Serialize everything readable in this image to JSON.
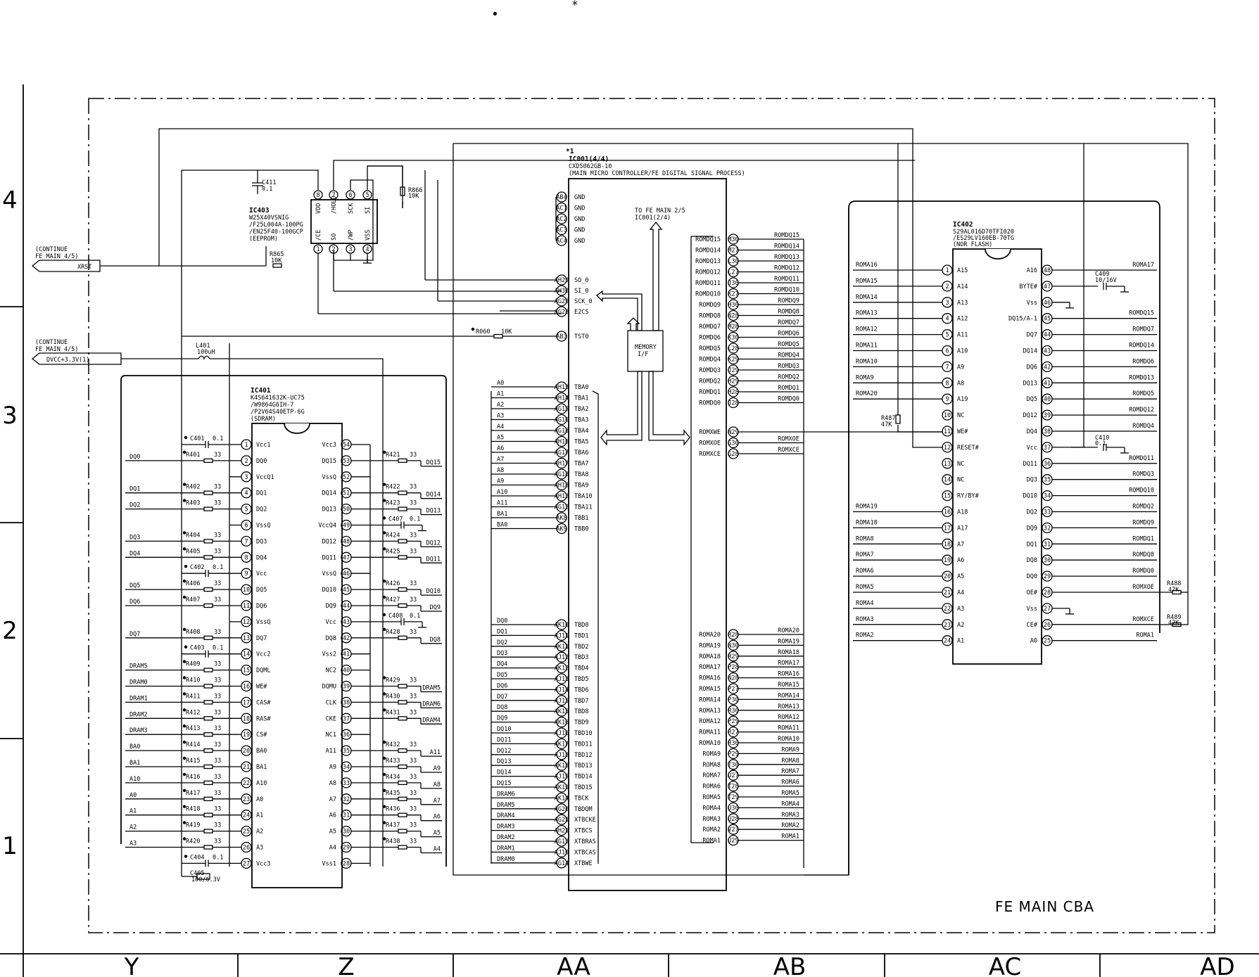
{
  "sheet": {
    "title": "FE MAIN CBA",
    "cols": [
      "Y",
      "Z",
      "AA",
      "AB",
      "AC",
      "AD"
    ],
    "rows": [
      "4",
      "3",
      "2",
      "1"
    ],
    "top_marks": [
      "•",
      "*"
    ]
  },
  "connectors": [
    {
      "line1": "(CONTINUE",
      "line2": "FE MAIN 4/5)",
      "signal": "XRST"
    },
    {
      "line1": "(CONTINUE",
      "line2": "FE MAIN 4/5)",
      "signal": "DVCC+3.3V(1)"
    }
  ],
  "parts": {
    "l401": {
      "ref": "L401",
      "val": "100uH"
    },
    "c411": {
      "ref": "C411",
      "val": "0.1"
    },
    "r865": {
      "ref": "R865",
      "val": "10K"
    },
    "r866": {
      "ref": "R866",
      "val": "10K"
    },
    "r060": {
      "ref": "R060",
      "val": "10K"
    },
    "r487": {
      "ref": "R487",
      "val": "47K"
    },
    "r488": {
      "ref": "R488",
      "val": "47K"
    },
    "r489": {
      "ref": "R489",
      "val": "47K"
    },
    "c409": {
      "ref": "C409",
      "val": "10/16V"
    },
    "c410": {
      "ref": "C410",
      "val": "0.1"
    },
    "c405": {
      "ref": "C405",
      "val": "100/6.3V"
    }
  },
  "ic403": {
    "ref": "IC403",
    "part": [
      "W25X40VSNIG",
      "/F25L004A-100PG",
      "/EN25F40-100GCP",
      "(EEPROM)"
    ],
    "top_pins": [
      {
        "n": "8",
        "name": "VDD"
      },
      {
        "n": "7",
        "name": "/HOLD"
      },
      {
        "n": "6",
        "name": "SCK"
      },
      {
        "n": "5",
        "name": "SI"
      }
    ],
    "bot_pins": [
      {
        "n": "1",
        "name": "/CE"
      },
      {
        "n": "2",
        "name": "SO"
      },
      {
        "n": "3",
        "name": "/WP"
      },
      {
        "n": "4",
        "name": "VSS"
      }
    ]
  },
  "ic001": {
    "mark": "*1",
    "ref": "IC001(4/4)",
    "part": "CXD5062GB-10",
    "desc": "(MAIN MICRO CONTROLLER/FE DIGITAL SIGNAL PROCESS)",
    "to_label": [
      "TO FE MAIN 2/5",
      "IC001(2/4)"
    ],
    "mem_if": [
      "MEMORY",
      "I/F"
    ],
    "gnd_pins": [
      {
        "b": "AB4",
        "n": "GND"
      },
      {
        "b": "AC1",
        "n": "GND"
      },
      {
        "b": "AC2",
        "n": "GND"
      },
      {
        "b": "AC3",
        "n": "GND"
      },
      {
        "b": "AC4",
        "n": "GND"
      }
    ],
    "ser_pins": [
      {
        "b": "AH29",
        "n": "SO_0"
      },
      {
        "b": "AH30",
        "n": "SI_0"
      },
      {
        "b": "AG29",
        "n": "SCK_0"
      },
      {
        "b": "AG28",
        "n": "E2CS"
      }
    ],
    "tst_pin": {
      "b": "AB3",
      "n": "TST0"
    },
    "tba_pins": [
      {
        "b": "AH13",
        "n": "TBA0",
        "s": "A0"
      },
      {
        "b": "AH14",
        "n": "TBA1",
        "s": "A1"
      },
      {
        "b": "AG15",
        "n": "TBA2",
        "s": "A2"
      },
      {
        "b": "AG16",
        "n": "TBA3",
        "s": "A3"
      },
      {
        "b": "AG18",
        "n": "TBA4",
        "s": "A4"
      },
      {
        "b": "AH16",
        "n": "TBA5",
        "s": "A5"
      },
      {
        "b": "AG17",
        "n": "TBA6",
        "s": "A6"
      },
      {
        "b": "AH17",
        "n": "TBA7",
        "s": "A7"
      },
      {
        "b": "AG18",
        "n": "TBA8",
        "s": "A8"
      },
      {
        "b": "AH18",
        "n": "TBA9",
        "s": "A9"
      },
      {
        "b": "AH12",
        "n": "TBA10",
        "s": "A10"
      },
      {
        "b": "AG12",
        "n": "TBA11",
        "s": "A11"
      },
      {
        "b": "AK8",
        "n": "TBB1",
        "s": "BA1"
      },
      {
        "b": "AK9",
        "n": "TBB0",
        "s": "BA0"
      }
    ],
    "tbd_pins": [
      {
        "b": "AK10",
        "n": "TBD0",
        "s": "DQ0"
      },
      {
        "b": "AJ11",
        "n": "TBD1",
        "s": "DQ1"
      },
      {
        "b": "AK11",
        "n": "TBD2",
        "s": "DQ2"
      },
      {
        "b": "AJ12",
        "n": "TBD3",
        "s": "DQ3"
      },
      {
        "b": "AK12",
        "n": "TBD4",
        "s": "DQ4"
      },
      {
        "b": "AJ13",
        "n": "TBD5",
        "s": "DQ5"
      },
      {
        "b": "AJ14",
        "n": "TBD6",
        "s": "DQ6"
      },
      {
        "b": "AJ15",
        "n": "TBD7",
        "s": "DQ7"
      },
      {
        "b": "AK15",
        "n": "TBD8",
        "s": "DQ8"
      },
      {
        "b": "AK16",
        "n": "TBD9",
        "s": "DQ9"
      },
      {
        "b": "AJ16",
        "n": "TBD10",
        "s": "DQ10"
      },
      {
        "b": "AK17",
        "n": "TBD11",
        "s": "DQ11"
      },
      {
        "b": "AJ18",
        "n": "TBD12",
        "s": "DQ12"
      },
      {
        "b": "AK18",
        "n": "TBD13",
        "s": "DQ13"
      },
      {
        "b": "AJ19",
        "n": "TBD14",
        "s": "DQ14"
      },
      {
        "b": "AK19",
        "n": "TBD15",
        "s": "DQ15"
      },
      {
        "b": "AK14",
        "n": "TBCK",
        "s": "DRAM6"
      },
      {
        "b": "AG20",
        "n": "TBDQM",
        "s": "DRAM5"
      },
      {
        "b": "AG21",
        "n": "XTBCKE",
        "s": "DRAM4"
      },
      {
        "b": "AH21",
        "n": "XTBCS",
        "s": "DRAM3"
      },
      {
        "b": "AG13",
        "n": "XTBRAS",
        "s": "DRAM2"
      },
      {
        "b": "AJ10",
        "n": "XTBCAS",
        "s": "DRAM1"
      },
      {
        "b": "AG14",
        "n": "XTBWE",
        "s": "DRAM0"
      }
    ],
    "romdq_pins": [
      {
        "b": "M30",
        "n": "ROMDQ15"
      },
      {
        "b": "M27",
        "n": "ROMDQ14"
      },
      {
        "b": "L30",
        "n": "ROMDQ13"
      },
      {
        "b": "L27",
        "n": "ROMDQ12"
      },
      {
        "b": "J30",
        "n": "ROMDQ11"
      },
      {
        "b": "K27",
        "n": "ROMDQ10"
      },
      {
        "b": "H30",
        "n": "ROMDQ9"
      },
      {
        "b": "N28",
        "n": "ROMDQ8"
      },
      {
        "b": "M28",
        "n": "ROMDQ7"
      },
      {
        "b": "K30",
        "n": "ROMDQ6"
      },
      {
        "b": "L28",
        "n": "ROMDQ5"
      },
      {
        "b": "K29",
        "n": "ROMDQ4"
      },
      {
        "b": "J29",
        "n": "ROMDQ3"
      },
      {
        "b": "H29",
        "n": "ROMDQ2"
      },
      {
        "b": "H28",
        "n": "ROMDQ1"
      },
      {
        "b": "J28",
        "n": "ROMDQ0"
      }
    ],
    "romx_pins": [
      {
        "b": "N29",
        "n": "ROMXWE",
        "s": ""
      },
      {
        "b": "G30",
        "n": "ROMXOE",
        "s": "ROMXOE"
      },
      {
        "b": "G28",
        "n": "ROMXCE",
        "s": "ROMXCE"
      }
    ],
    "roma_pins": [
      {
        "b": "R28",
        "n": "ROMA20"
      },
      {
        "b": "N30",
        "n": "ROMA19"
      },
      {
        "b": "R29",
        "n": "ROMA18"
      },
      {
        "b": "P28",
        "n": "ROMA17"
      },
      {
        "b": "N28",
        "n": "ROMA16"
      },
      {
        "b": "P27",
        "n": "ROMA15"
      },
      {
        "b": "P30",
        "n": "ROMA14"
      },
      {
        "b": "R30",
        "n": "ROMA13"
      },
      {
        "b": "P29",
        "n": "ROMA12"
      },
      {
        "b": "R27",
        "n": "ROMA11"
      },
      {
        "b": "R30",
        "n": "ROMA10"
      },
      {
        "b": "P29",
        "n": "ROMA9"
      },
      {
        "b": "T30",
        "n": "ROMA8"
      },
      {
        "b": "U27",
        "n": "ROMA7"
      },
      {
        "b": "T28",
        "n": "ROMA6"
      },
      {
        "b": "T29",
        "n": "ROMA5"
      },
      {
        "b": "U30",
        "n": "ROMA4"
      },
      {
        "b": "U28",
        "n": "ROMA3"
      },
      {
        "b": "V27",
        "n": "ROMA2"
      },
      {
        "b": "U29",
        "n": "ROMA1"
      }
    ]
  },
  "ic401": {
    "ref": "IC401",
    "part": [
      "K4S641632K-UC75",
      "/W9864G6IH-7",
      "/P2V64S40ETP-6G",
      "(SDRAM)"
    ],
    "left": [
      {
        "p": "1",
        "n": "Vcc1",
        "s": "",
        "r": "C401",
        "v": "0.1",
        "k": "c"
      },
      {
        "p": "2",
        "n": "DQ0",
        "s": "DQ0",
        "r": "R401",
        "v": "33",
        "k": "r"
      },
      {
        "p": "3",
        "n": "VccQ1",
        "s": "",
        "r": "",
        "v": "",
        "k": ""
      },
      {
        "p": "4",
        "n": "DQ1",
        "s": "DQ1",
        "r": "R402",
        "v": "33",
        "k": "r"
      },
      {
        "p": "5",
        "n": "DQ2",
        "s": "DQ2",
        "r": "R403",
        "v": "33",
        "k": "r"
      },
      {
        "p": "6",
        "n": "VssQ",
        "s": "",
        "r": "",
        "v": "",
        "k": ""
      },
      {
        "p": "7",
        "n": "DQ3",
        "s": "DQ3",
        "r": "R404",
        "v": "33",
        "k": "r"
      },
      {
        "p": "8",
        "n": "DQ4",
        "s": "DQ4",
        "r": "R405",
        "v": "33",
        "k": "r"
      },
      {
        "p": "9",
        "n": "Vcc",
        "s": "",
        "r": "C402",
        "v": "0.1",
        "k": "c"
      },
      {
        "p": "10",
        "n": "DQ5",
        "s": "DQ5",
        "r": "R406",
        "v": "33",
        "k": "r"
      },
      {
        "p": "11",
        "n": "DQ6",
        "s": "DQ6",
        "r": "R407",
        "v": "33",
        "k": "r"
      },
      {
        "p": "12",
        "n": "VssQ",
        "s": "",
        "r": "",
        "v": "",
        "k": ""
      },
      {
        "p": "13",
        "n": "DQ7",
        "s": "DQ7",
        "r": "R408",
        "v": "33",
        "k": "r"
      },
      {
        "p": "14",
        "n": "Vcc2",
        "s": "",
        "r": "C403",
        "v": "0.1",
        "k": "c"
      },
      {
        "p": "15",
        "n": "DQML",
        "s": "DRAM5",
        "r": "R409",
        "v": "33",
        "k": "r"
      },
      {
        "p": "16",
        "n": "WE#",
        "s": "DRAM0",
        "r": "R410",
        "v": "33",
        "k": "r"
      },
      {
        "p": "17",
        "n": "CAS#",
        "s": "DRAM1",
        "r": "R411",
        "v": "33",
        "k": "r"
      },
      {
        "p": "18",
        "n": "RAS#",
        "s": "DRAM2",
        "r": "R412",
        "v": "33",
        "k": "r"
      },
      {
        "p": "19",
        "n": "CS#",
        "s": "DRAM3",
        "r": "R413",
        "v": "33",
        "k": "r"
      },
      {
        "p": "20",
        "n": "BA0",
        "s": "BA0",
        "r": "R414",
        "v": "33",
        "k": "r"
      },
      {
        "p": "21",
        "n": "BA1",
        "s": "BA1",
        "r": "R415",
        "v": "33",
        "k": "r"
      },
      {
        "p": "22",
        "n": "A10",
        "s": "A10",
        "r": "R416",
        "v": "33",
        "k": "r"
      },
      {
        "p": "23",
        "n": "A0",
        "s": "A0",
        "r": "R417",
        "v": "33",
        "k": "r"
      },
      {
        "p": "24",
        "n": "A1",
        "s": "A1",
        "r": "R418",
        "v": "33",
        "k": "r"
      },
      {
        "p": "25",
        "n": "A2",
        "s": "A2",
        "r": "R419",
        "v": "33",
        "k": "r"
      },
      {
        "p": "26",
        "n": "A3",
        "s": "A3",
        "r": "R420",
        "v": "33",
        "k": "r"
      },
      {
        "p": "27",
        "n": "Vcc3",
        "s": "",
        "r": "C404",
        "v": "0.1",
        "k": "c"
      }
    ],
    "right": [
      {
        "p": "54",
        "n": "Vcc3",
        "s": "",
        "r": "",
        "v": "",
        "k": ""
      },
      {
        "p": "53",
        "n": "DQ15",
        "s": "DQ15",
        "r": "R421",
        "v": "33",
        "k": "r"
      },
      {
        "p": "52",
        "n": "VssQ",
        "s": "",
        "r": "",
        "v": "",
        "k": ""
      },
      {
        "p": "51",
        "n": "DQ14",
        "s": "DQ14",
        "r": "R422",
        "v": "33",
        "k": "r"
      },
      {
        "p": "50",
        "n": "DQ13",
        "s": "DQ13",
        "r": "R423",
        "v": "33",
        "k": "r"
      },
      {
        "p": "49",
        "n": "VccQ4",
        "s": "",
        "r": "C407",
        "v": "0.1",
        "k": "c"
      },
      {
        "p": "48",
        "n": "DQ12",
        "s": "DQ12",
        "r": "R424",
        "v": "33",
        "k": "r"
      },
      {
        "p": "47",
        "n": "DQ11",
        "s": "DQ11",
        "r": "R425",
        "v": "33",
        "k": "r"
      },
      {
        "p": "46",
        "n": "VssQ",
        "s": "",
        "r": "",
        "v": "",
        "k": ""
      },
      {
        "p": "45",
        "n": "DQ10",
        "s": "DQ10",
        "r": "R426",
        "v": "33",
        "k": "r"
      },
      {
        "p": "44",
        "n": "DQ9",
        "s": "DQ9",
        "r": "R427",
        "v": "33",
        "k": "r"
      },
      {
        "p": "43",
        "n": "Vcc",
        "s": "",
        "r": "C408",
        "v": "0.1",
        "k": "c"
      },
      {
        "p": "42",
        "n": "DQ8",
        "s": "DQ8",
        "r": "R428",
        "v": "33",
        "k": "r"
      },
      {
        "p": "41",
        "n": "Vss2",
        "s": "",
        "r": "",
        "v": "",
        "k": ""
      },
      {
        "p": "40",
        "n": "NC2",
        "s": "",
        "r": "",
        "v": "",
        "k": ""
      },
      {
        "p": "39",
        "n": "DQMU",
        "s": "DRAM5",
        "r": "R429",
        "v": "33",
        "k": "r"
      },
      {
        "p": "38",
        "n": "CLK",
        "s": "DRAM6",
        "r": "R430",
        "v": "33",
        "k": "r"
      },
      {
        "p": "37",
        "n": "CKE",
        "s": "DRAM4",
        "r": "R431",
        "v": "33",
        "k": "r"
      },
      {
        "p": "36",
        "n": "NC1",
        "s": "",
        "r": "",
        "v": "",
        "k": ""
      },
      {
        "p": "35",
        "n": "A11",
        "s": "A11",
        "r": "R432",
        "v": "33",
        "k": "r"
      },
      {
        "p": "34",
        "n": "A9",
        "s": "A9",
        "r": "R433",
        "v": "33",
        "k": "r"
      },
      {
        "p": "33",
        "n": "A8",
        "s": "A8",
        "r": "R434",
        "v": "33",
        "k": "r"
      },
      {
        "p": "32",
        "n": "A7",
        "s": "A7",
        "r": "R435",
        "v": "33",
        "k": "r"
      },
      {
        "p": "31",
        "n": "A6",
        "s": "A6",
        "r": "R436",
        "v": "33",
        "k": "r"
      },
      {
        "p": "30",
        "n": "A5",
        "s": "A5",
        "r": "R437",
        "v": "33",
        "k": "r"
      },
      {
        "p": "29",
        "n": "A4",
        "s": "A4",
        "r": "R438",
        "v": "33",
        "k": "r"
      },
      {
        "p": "28",
        "n": "Vss1",
        "s": "",
        "r": "",
        "v": "",
        "k": ""
      }
    ]
  },
  "ic402": {
    "ref": "IC402",
    "part": [
      "S29AL016D70TFI020",
      "/ES29LV160EB-70TG",
      "(NOR FLASH)"
    ],
    "left": [
      {
        "p": "1",
        "n": "A15",
        "s": "ROMA16"
      },
      {
        "p": "2",
        "n": "A14",
        "s": "ROMA15"
      },
      {
        "p": "3",
        "n": "A13",
        "s": "ROMA14"
      },
      {
        "p": "4",
        "n": "A12",
        "s": "ROMA13"
      },
      {
        "p": "5",
        "n": "A11",
        "s": "ROMA12"
      },
      {
        "p": "6",
        "n": "A10",
        "s": "ROMA11"
      },
      {
        "p": "7",
        "n": "A9",
        "s": "ROMA10"
      },
      {
        "p": "8",
        "n": "A8",
        "s": "ROMA9"
      },
      {
        "p": "9",
        "n": "A19",
        "s": "ROMA20"
      },
      {
        "p": "10",
        "n": "NC",
        "s": ""
      },
      {
        "p": "11",
        "n": "WE#",
        "s": ""
      },
      {
        "p": "12",
        "n": "RESET#",
        "s": ""
      },
      {
        "p": "13",
        "n": "NC",
        "s": ""
      },
      {
        "p": "14",
        "n": "NC",
        "s": ""
      },
      {
        "p": "15",
        "n": "RY/BY#",
        "s": ""
      },
      {
        "p": "16",
        "n": "A18",
        "s": "ROMA19"
      },
      {
        "p": "17",
        "n": "A17",
        "s": "ROMA18"
      },
      {
        "p": "18",
        "n": "A7",
        "s": "ROMA8"
      },
      {
        "p": "19",
        "n": "A6",
        "s": "ROMA7"
      },
      {
        "p": "20",
        "n": "A5",
        "s": "ROMA6"
      },
      {
        "p": "21",
        "n": "A4",
        "s": "ROMA5"
      },
      {
        "p": "22",
        "n": "A3",
        "s": "ROMA4"
      },
      {
        "p": "23",
        "n": "A2",
        "s": "ROMA3"
      },
      {
        "p": "24",
        "n": "A1",
        "s": "ROMA2"
      }
    ],
    "right": [
      {
        "p": "48",
        "n": "A16",
        "s": "ROMA17"
      },
      {
        "p": "47",
        "n": "BYTE#",
        "s": ""
      },
      {
        "p": "46",
        "n": "Vss",
        "s": ""
      },
      {
        "p": "45",
        "n": "DQ15/A-1",
        "s": "ROMDQ15"
      },
      {
        "p": "44",
        "n": "DQ7",
        "s": "ROMDQ7"
      },
      {
        "p": "43",
        "n": "DQ14",
        "s": "ROMDQ14"
      },
      {
        "p": "42",
        "n": "DQ6",
        "s": "ROMDQ6"
      },
      {
        "p": "41",
        "n": "DQ13",
        "s": "ROMDQ13"
      },
      {
        "p": "40",
        "n": "DQ5",
        "s": "ROMDQ5"
      },
      {
        "p": "39",
        "n": "DQ12",
        "s": "ROMDQ12"
      },
      {
        "p": "38",
        "n": "DQ4",
        "s": "ROMDQ4"
      },
      {
        "p": "37",
        "n": "Vcc",
        "s": ""
      },
      {
        "p": "36",
        "n": "DQ11",
        "s": "ROMDQ11"
      },
      {
        "p": "35",
        "n": "DQ3",
        "s": "ROMDQ3"
      },
      {
        "p": "34",
        "n": "DQ10",
        "s": "ROMDQ10"
      },
      {
        "p": "33",
        "n": "DQ2",
        "s": "ROMDQ2"
      },
      {
        "p": "32",
        "n": "DQ9",
        "s": "ROMDQ9"
      },
      {
        "p": "31",
        "n": "DQ1",
        "s": "ROMDQ1"
      },
      {
        "p": "30",
        "n": "DQ8",
        "s": "ROMDQ8"
      },
      {
        "p": "29",
        "n": "DQ0",
        "s": "ROMDQ0"
      },
      {
        "p": "28",
        "n": "OE#",
        "s": "ROMXOE"
      },
      {
        "p": "27",
        "n": "Vss",
        "s": ""
      },
      {
        "p": "26",
        "n": "CE#",
        "s": "ROMXCE"
      },
      {
        "p": "25",
        "n": "A0",
        "s": "ROMA1"
      }
    ]
  }
}
